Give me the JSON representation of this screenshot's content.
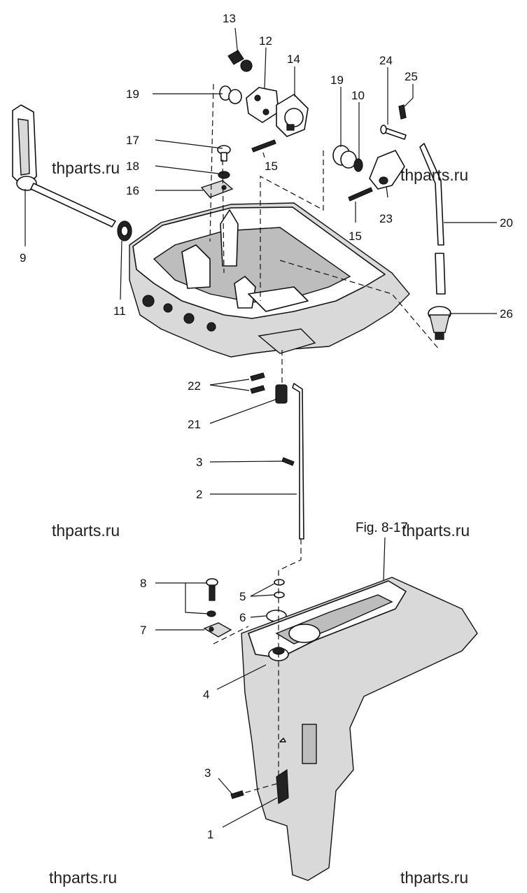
{
  "figure_label": "Fig. 8-17",
  "watermark": "thparts.ru",
  "callouts": {
    "c13": "13",
    "c12": "12",
    "c14": "14",
    "c19a": "19",
    "c17": "17",
    "c18": "18",
    "c16": "16",
    "c15a": "15",
    "c19b": "19",
    "c10": "10",
    "c24": "24",
    "c25": "25",
    "c23": "23",
    "c15b": "15",
    "c20": "20",
    "c9": "9",
    "c11": "11",
    "c26": "26",
    "c22": "22",
    "c21": "21",
    "c3a": "3",
    "c2": "2",
    "c8": "8",
    "c5": "5",
    "c6": "6",
    "c7": "7",
    "c4": "4",
    "c3b": "3",
    "c1": "1"
  },
  "colors": {
    "line": "#111111",
    "background": "#ffffff",
    "shade": "#d9d9d9"
  }
}
